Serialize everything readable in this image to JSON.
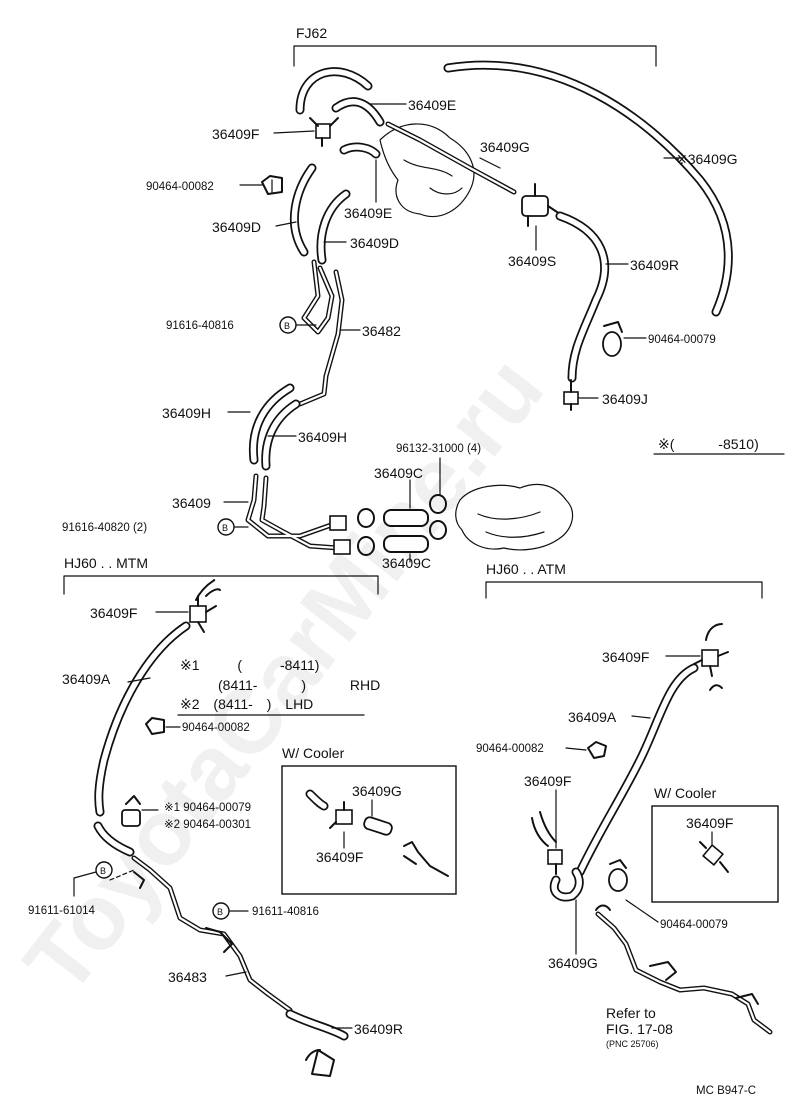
{
  "watermark": "ToyotaCarMine.ru",
  "diagram_code": "MC  B947-C",
  "sections": {
    "fj62": "FJ62",
    "hj60_mtm": "HJ60 . . MTM",
    "hj60_atm": "HJ60 . . ATM",
    "cooler_mtm": "W/ Cooler",
    "cooler_atm": "W/ Cooler"
  },
  "notes": {
    "range_mark": "※( -8510)",
    "mtm_note_1": "※1 ( -8411)",
    "mtm_note_2a": "(8411- ) RHD",
    "mtm_note_2b": "※2 (8411- ) LHD",
    "refer_1": "Refer to",
    "refer_2": "FIG. 17-08",
    "refer_3": "(PNC 25706)"
  },
  "parts": {
    "p36409E_a": "36409E",
    "p36409F_a": "36409F",
    "p36409G_a": "36409G",
    "p36409G_b": "※36409G",
    "p90464_00082_a": "90464-00082",
    "p36409E_b": "36409E",
    "p36409D_a": "36409D",
    "p36409D_b": "36409D",
    "p36409S": "36409S",
    "p36409R_a": "36409R",
    "p91616_40816": "91616-40816",
    "p36482": "36482",
    "p90464_00079_a": "90464-00079",
    "p36409J": "36409J",
    "p36409H_a": "36409H",
    "p36409H_b": "36409H",
    "p96132_31000": "96132-31000 (4)",
    "p36409C_a": "36409C",
    "p36409": "36409",
    "p91616_40820": "91616-40820 (2)",
    "p36409C_b": "36409C",
    "m36409F_a": "36409F",
    "m36409A": "36409A",
    "m90464_00082": "90464-00082",
    "m36409G": "36409G",
    "m36409F_b": "36409F",
    "m90464_00079": "※1 90464-00079",
    "m90464_00301": "※2 90464-00301",
    "m91611_61014": "91611-61014",
    "m91611_40816": "91611-40816",
    "m36483": "36483",
    "m36409R": "36409R",
    "a36409F_a": "36409F",
    "a36409A": "36409A",
    "a90464_00082": "90464-00082",
    "a36409F_b": "36409F",
    "a36409F_c": "36409F",
    "a90464_00079": "90464-00079",
    "a36409G": "36409G"
  },
  "callout_marks": {
    "b1": "B",
    "b2": "B",
    "b3": "B",
    "b4": "B"
  }
}
